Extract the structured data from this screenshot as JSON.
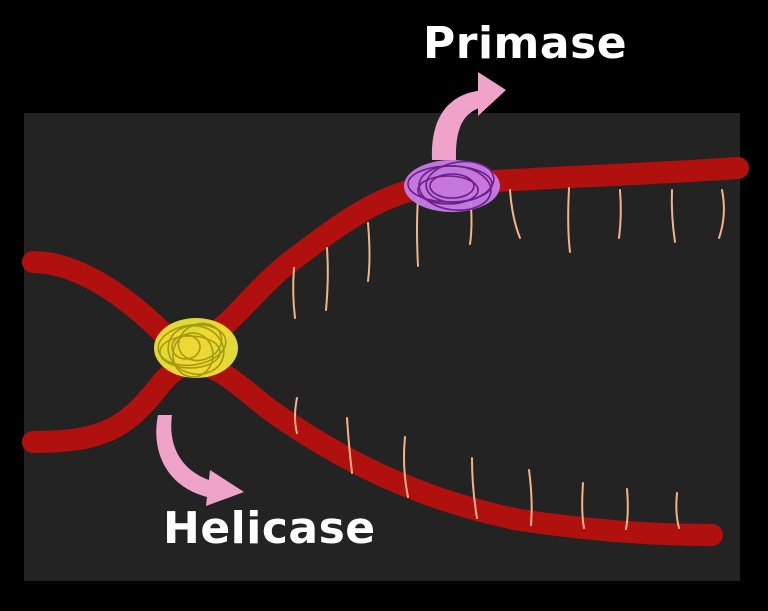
{
  "labels": {
    "primase": "Primase",
    "helicase": "Helicase"
  },
  "colors": {
    "background": "#000000",
    "panel": "#232323",
    "dna_strand": "#b0100e",
    "bases": "#f2b48a",
    "primase": "#c77de8",
    "helicase": "#f4ee3a",
    "arrow": "#f0a3c8",
    "label_text": "#ffffff"
  },
  "elements": {
    "dna_strands": 2,
    "primase_enzyme": "primase-scribble",
    "helicase_enzyme": "helicase-scribble",
    "icons": [
      "primase-arrow-icon",
      "helicase-arrow-icon"
    ]
  }
}
